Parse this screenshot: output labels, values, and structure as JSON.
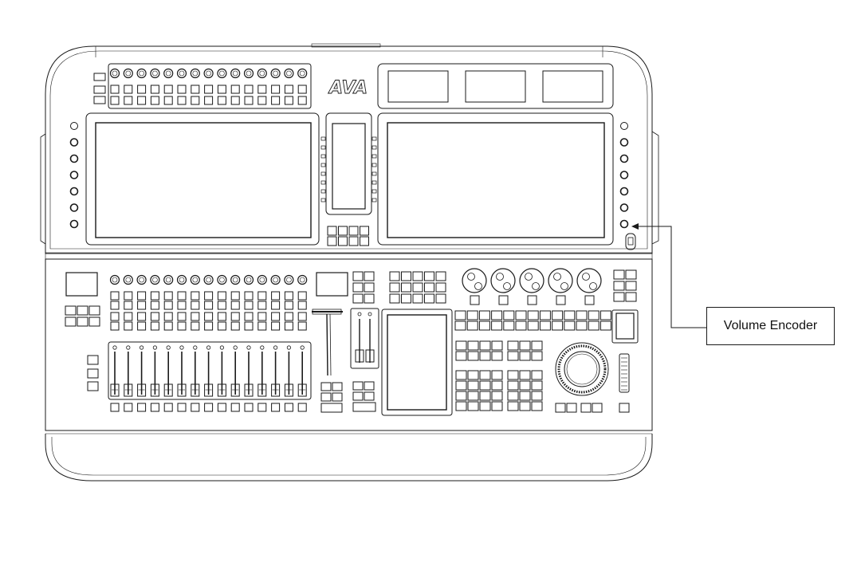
{
  "logo_text": "AVA",
  "callout": {
    "label": "Volume Encoder",
    "target": "volume-encoder"
  },
  "colors": {
    "line": "#1a1a1a",
    "background": "#ffffff"
  }
}
